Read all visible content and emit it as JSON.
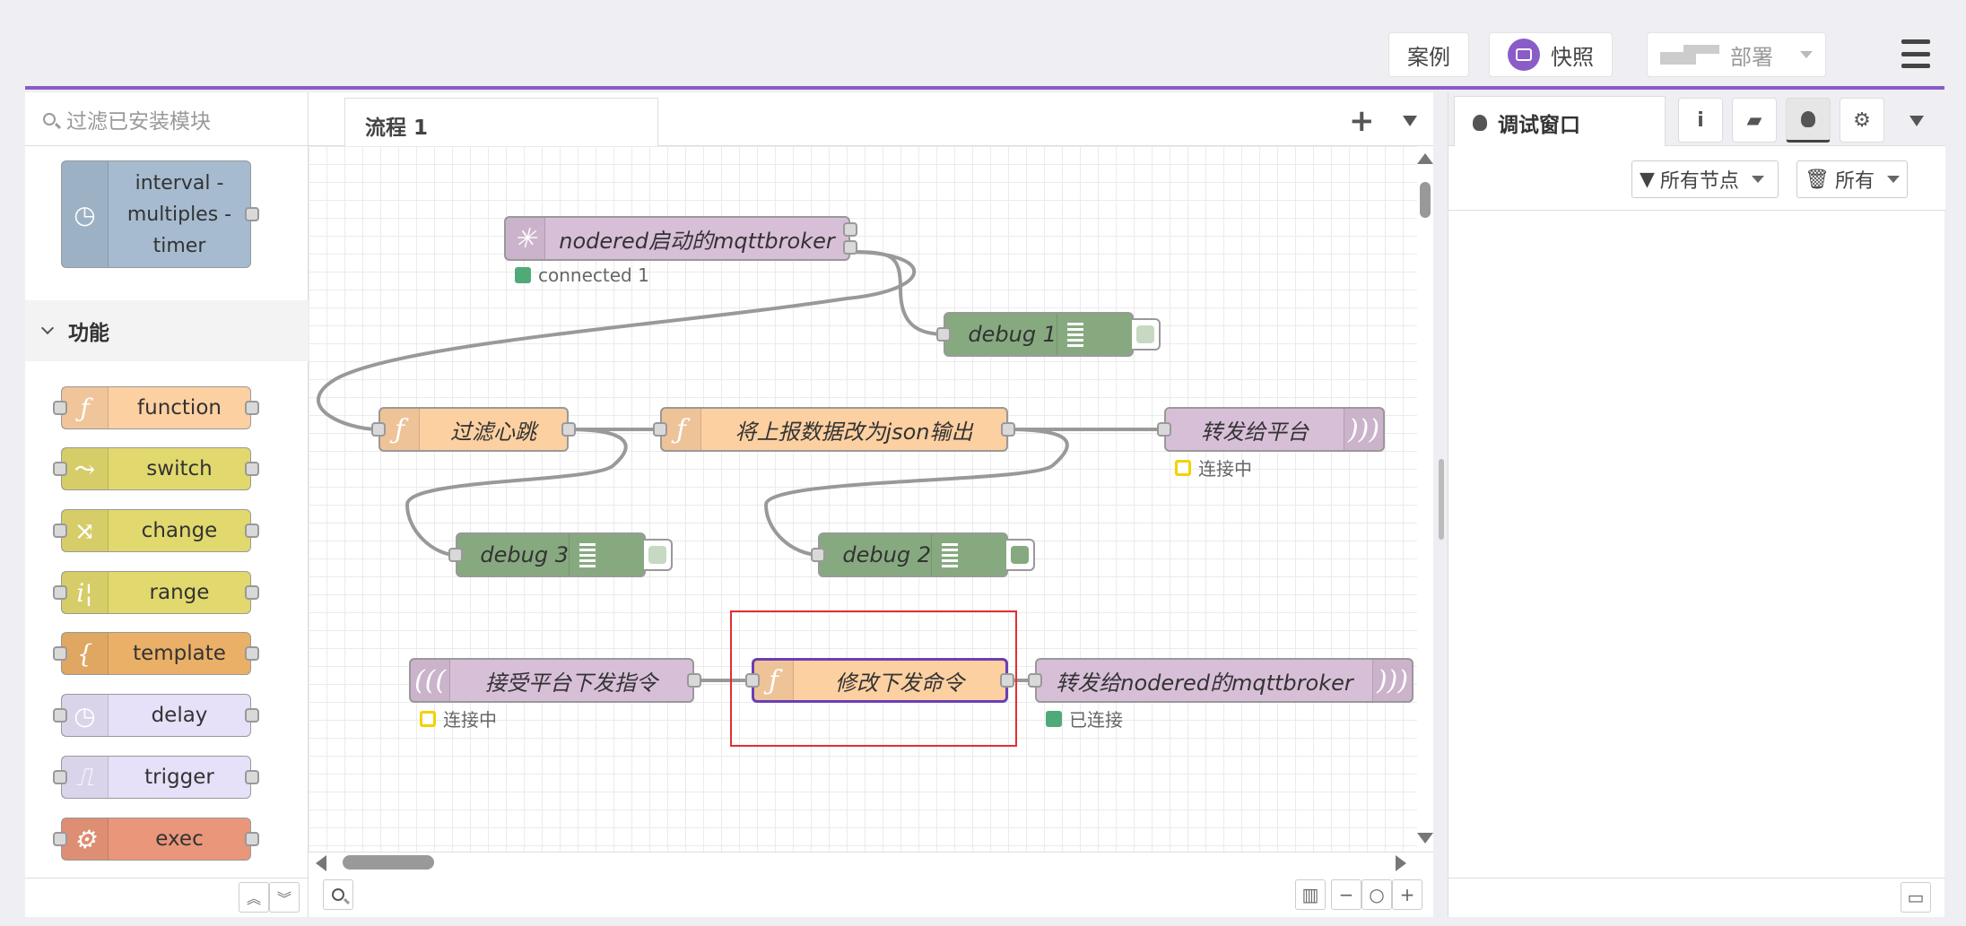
{
  "header": {
    "examples_label": "案例",
    "snapshot_label": "快照",
    "deploy_label": "部署"
  },
  "palette": {
    "filter_placeholder": "过滤已安装模块",
    "top_node": {
      "line1": "interval -",
      "line2": "multiples -",
      "line3": "timer"
    },
    "section_label": "功能",
    "nodes": [
      {
        "label": "function",
        "icon": "function-icon",
        "color": "#fdd0a2"
      },
      {
        "label": "switch",
        "icon": "switch-icon",
        "color": "#e2d96e"
      },
      {
        "label": "change",
        "icon": "shuffle-icon",
        "color": "#e2d96e"
      },
      {
        "label": "range",
        "icon": "range-icon",
        "color": "#e2d96e"
      },
      {
        "label": "template",
        "icon": "template-icon",
        "color": "#ebb067"
      },
      {
        "label": "delay",
        "icon": "timer-icon",
        "color": "#e6e0f8"
      },
      {
        "label": "trigger",
        "icon": "trigger-icon",
        "color": "#e6e0f8"
      },
      {
        "label": "exec",
        "icon": "cog-icon",
        "color": "#e9967a"
      }
    ]
  },
  "workspace": {
    "tab_label": "流程 1",
    "nodes": {
      "mqtt_broker": "nodered启动的mqttbroker",
      "debug1": "debug 1",
      "filter_heartbeat": "过滤心跳",
      "to_json": "将上报数据改为json输出",
      "forward_platform": "转发给平台",
      "debug3": "debug 3",
      "debug2": "debug 2",
      "receive_platform": "接受平台下发指令",
      "modify_command": "修改下发命令",
      "forward_nodered": "转发给nodered的mqttbroker"
    },
    "statuses": {
      "broker": "connected 1",
      "forward_platform": "连接中",
      "receive_platform": "连接中",
      "forward_nodered": "已连接"
    }
  },
  "sidebar": {
    "tab_label": "调试窗口",
    "filter_nodes_label": "所有节点",
    "clear_label": "所有"
  },
  "colors": {
    "accent": "#8a5cc8",
    "function": "#fdd0a2",
    "debug": "#87a980",
    "mqtt": "#d8bfd8",
    "highlight": "#e03030"
  }
}
